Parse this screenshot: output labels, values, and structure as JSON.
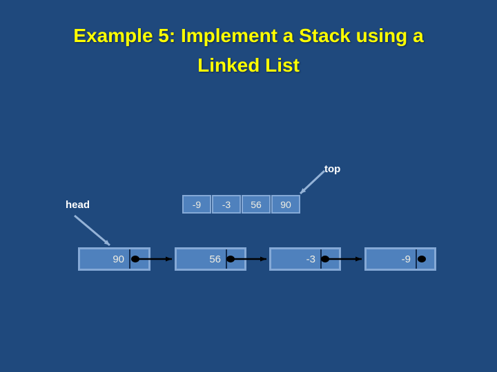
{
  "slide": {
    "title": {
      "line1": "Example 5: Implement a Stack using a",
      "line2": "Linked List",
      "color": "#FFFF00"
    },
    "background_color": "#1F497D"
  },
  "stack_array": {
    "pointer_label": "top",
    "cells": [
      "-9",
      "-3",
      "56",
      "90"
    ],
    "top_points_to_cell": "90"
  },
  "linked_list": {
    "pointer_label": "head",
    "nodes": [
      {
        "value": "90",
        "pointer": "arrow-to-next"
      },
      {
        "value": "56",
        "pointer": "arrow-to-next"
      },
      {
        "value": "-3",
        "pointer": "arrow-to-next"
      },
      {
        "value": "-9",
        "pointer": "null-dot"
      }
    ]
  },
  "colors": {
    "box_fill": "#4F81BD",
    "box_border": "#85A9D6",
    "label_arrow": "#95B3D7",
    "next_connector": "#000000",
    "value_text": "#EEECE1",
    "label_text": "#FFFFFF"
  }
}
